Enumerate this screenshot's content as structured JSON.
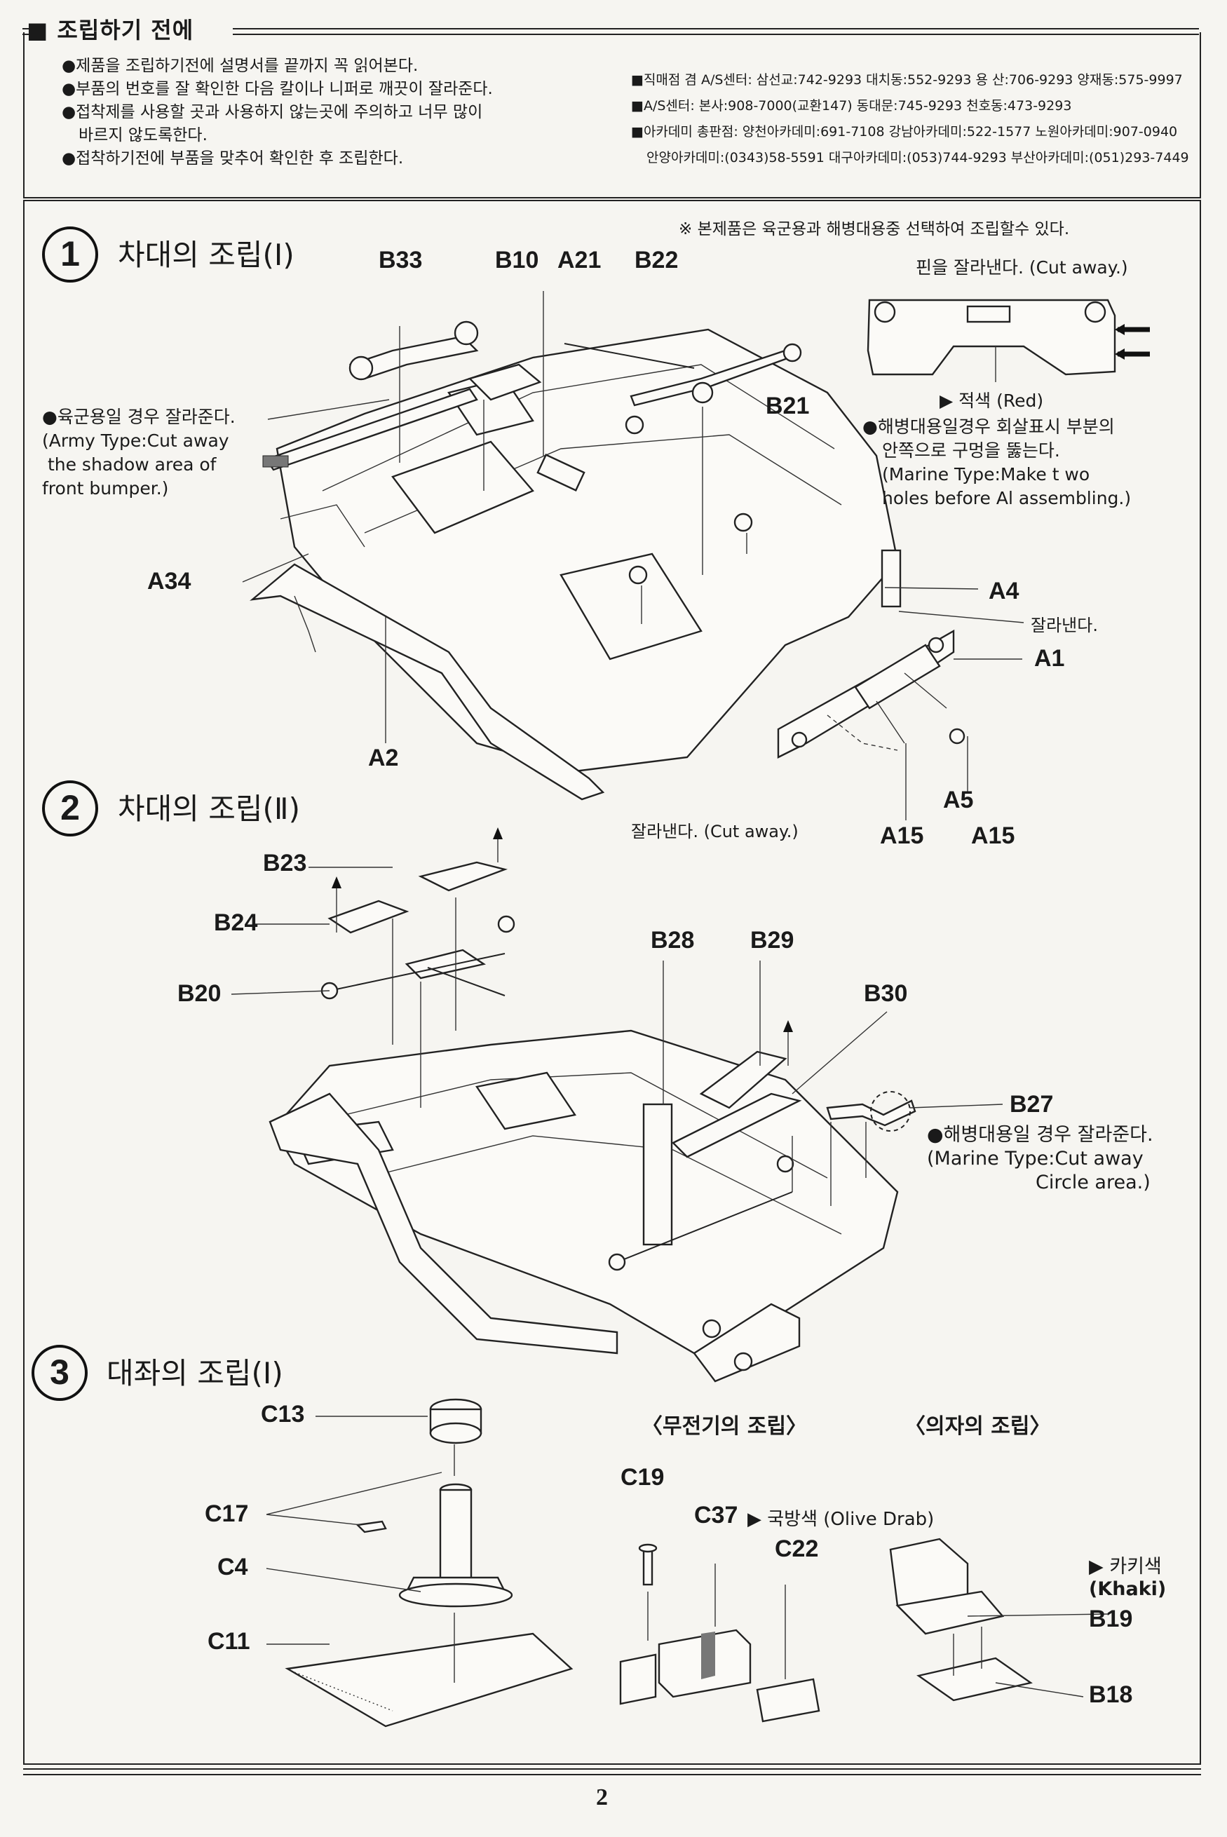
{
  "header": {
    "title": "■ 조립하기 전에",
    "notes": [
      "●제품을 조립하기전에 설명서를 끝까지 꼭 읽어본다.",
      "●부품의 번호를 잘 확인한 다음 칼이나 니퍼로 깨끗이 잘라준다.",
      "●접착제를 사용할 곳과 사용하지 않는곳에 주의하고 너무 많이",
      "바르지 않도록한다.",
      "●접착하기전에 부품을 맞추어 확인한 후 조립한다."
    ],
    "contacts": [
      "■직매점 겸 A/S센터: 삼선교:742-9293 대치동:552-9293 용 산:706-9293 양재동:575-9997",
      "■A/S센터: 본사:908-7000(교환147) 동대문:745-9293 천호동:473-9293",
      "■아카데미 총판점: 양천아카데미:691-7108 강남아카데미:522-1577 노원아카데미:907-0940",
      "안양아카데미:(0343)58-5591 대구아카데미:(053)744-9293 부산아카데미:(051)293-7449"
    ]
  },
  "step1": {
    "number": "1",
    "title": "차대의 조립(Ⅰ)",
    "note_select": "※ 본제품은 육군용과 해병대용중 선택하여 조립할수 있다.",
    "labels": {
      "b33": "B33",
      "b10": "B10",
      "a21": "A21",
      "b22": "B22",
      "b21": "B21",
      "a34": "A34",
      "a2": "A2",
      "a4": "A4",
      "a1": "A1",
      "a5": "A5",
      "a15_left": "A15",
      "a15_right": "A15"
    },
    "army_note": [
      "●육군용일 경우 잘라준다.",
      "(Army Type:Cut away",
      " the shadow area of",
      "front bumper.)"
    ],
    "pin_cut": "핀을 잘라낸다. (Cut away.)",
    "red": "▶ 적색 (Red)",
    "marine_note": [
      "●해병대용일경우 회살표시 부분의",
      "안쪽으로 구멍을 뚫는다.",
      "(Marine Type:Make t wo",
      "holes before Al assembling.)"
    ],
    "cut_a4": "잘라낸다.",
    "cut_bottom": "잘라낸다. (Cut away.)"
  },
  "step2": {
    "number": "2",
    "title": "차대의 조립(Ⅱ)",
    "labels": {
      "b23": "B23",
      "b24": "B24",
      "b20": "B20",
      "b28": "B28",
      "b29": "B29",
      "b30": "B30",
      "b27": "B27"
    },
    "marine_note": [
      "●해병대용일 경우 잘라준다.",
      "(Marine Type:Cut away",
      "Circle area.)"
    ]
  },
  "step3": {
    "number": "3",
    "title": "대좌의 조립(Ⅰ)",
    "labels": {
      "c13": "C13",
      "c17": "C17",
      "c4": "C4",
      "c11": "C11",
      "c19": "C19",
      "c37": "C37",
      "c22": "C22",
      "b19": "B19",
      "b18": "B18"
    },
    "radio_title": "〈무전기의 조립〉",
    "seat_title": "〈의자의 조립〉",
    "olive": "▶ 국방색 (Olive Drab)",
    "khaki": [
      "▶ 카키색",
      "(Khaki)"
    ]
  },
  "page_number": "2"
}
